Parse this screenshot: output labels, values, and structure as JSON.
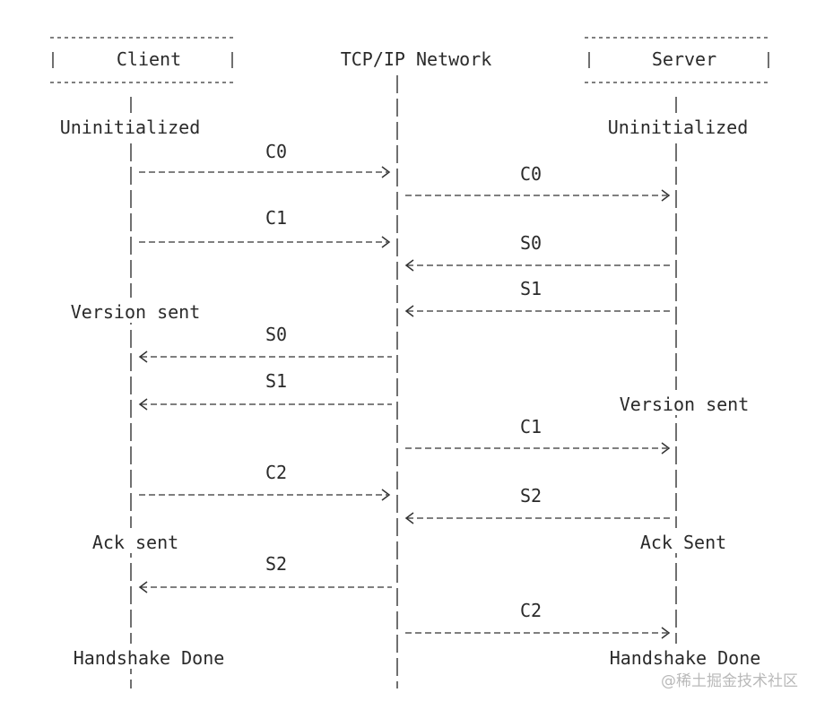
{
  "participants": {
    "client": "Client",
    "network": "TCP/IP Network",
    "server": "Server"
  },
  "states": {
    "client_uninitialized": "Uninitialized",
    "server_uninitialized": "Uninitialized",
    "client_version_sent": "Version sent",
    "server_version_sent": "Version sent",
    "client_ack_sent": "Ack sent",
    "server_ack_sent": "Ack Sent",
    "client_handshake_done": "Handshake Done",
    "server_handshake_done": "Handshake Done"
  },
  "messages": [
    {
      "label": "C0",
      "from": "client",
      "to": "network"
    },
    {
      "label": "C0",
      "from": "network",
      "to": "server"
    },
    {
      "label": "C1",
      "from": "client",
      "to": "network"
    },
    {
      "label": "S0",
      "from": "server",
      "to": "network"
    },
    {
      "label": "S1",
      "from": "server",
      "to": "network"
    },
    {
      "label": "S0",
      "from": "network",
      "to": "client"
    },
    {
      "label": "S1",
      "from": "network",
      "to": "client"
    },
    {
      "label": "C1",
      "from": "network",
      "to": "server"
    },
    {
      "label": "C2",
      "from": "client",
      "to": "network"
    },
    {
      "label": "S2",
      "from": "server",
      "to": "network"
    },
    {
      "label": "S2",
      "from": "network",
      "to": "client"
    },
    {
      "label": "C2",
      "from": "network",
      "to": "server"
    }
  ],
  "watermark": "@稀土掘金技术社区"
}
